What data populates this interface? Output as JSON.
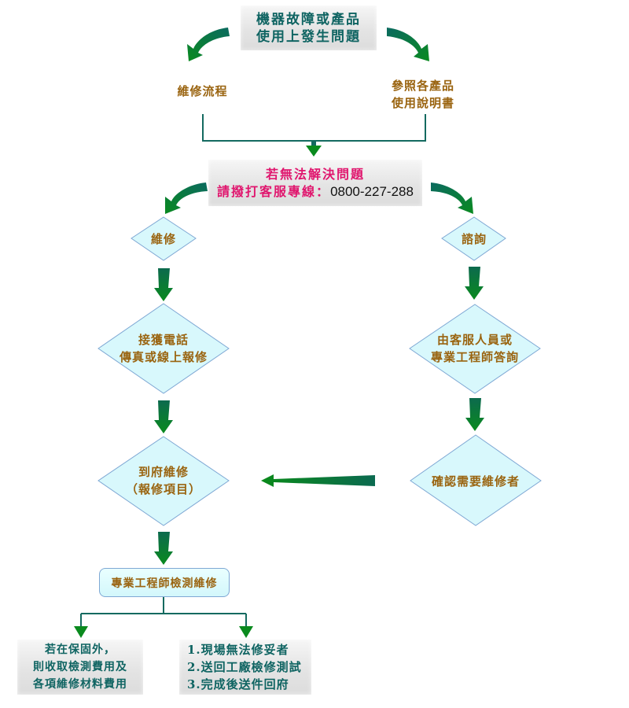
{
  "diagram": {
    "start": {
      "lines": [
        "機器故障或產品",
        "使用上發生問題"
      ]
    },
    "branches_top": {
      "left_label": "維修流程",
      "right_label": [
        "參照各產品",
        "使用說明書"
      ]
    },
    "escalation": {
      "line1": "若無法解決問題",
      "line2_label": "請撥打客服專線：",
      "phone": "0800-227-288"
    },
    "left_path": {
      "decision": "維修",
      "step1": [
        "接獲電話",
        "傳真或線上報修"
      ],
      "step2": [
        "到府維修",
        "（報修項目）"
      ],
      "process": "專業工程師檢測維修"
    },
    "right_path": {
      "decision": "諮詢",
      "step1": [
        "由客服人員或",
        "專業工程師答詢"
      ],
      "step2": "確認需要維修者"
    },
    "outcomes": {
      "left": [
        "若在保固外，",
        "則收取檢測費用及",
        "各項維修材料費用"
      ],
      "right": [
        "1.現場無法修妥者",
        "2.送回工廠檢修測試",
        "3.完成後送件回府"
      ]
    },
    "colors": {
      "arrow_green": "#0a8a2a",
      "arrow_teal": "#0c6a5e",
      "connector": "#146a60",
      "diamond_fill": "#d8f8fc",
      "diamond_border": "#7fa8d4",
      "brown_text": "#9a6410",
      "teal_text": "#0f6462",
      "pink_text": "#e0166e"
    }
  }
}
